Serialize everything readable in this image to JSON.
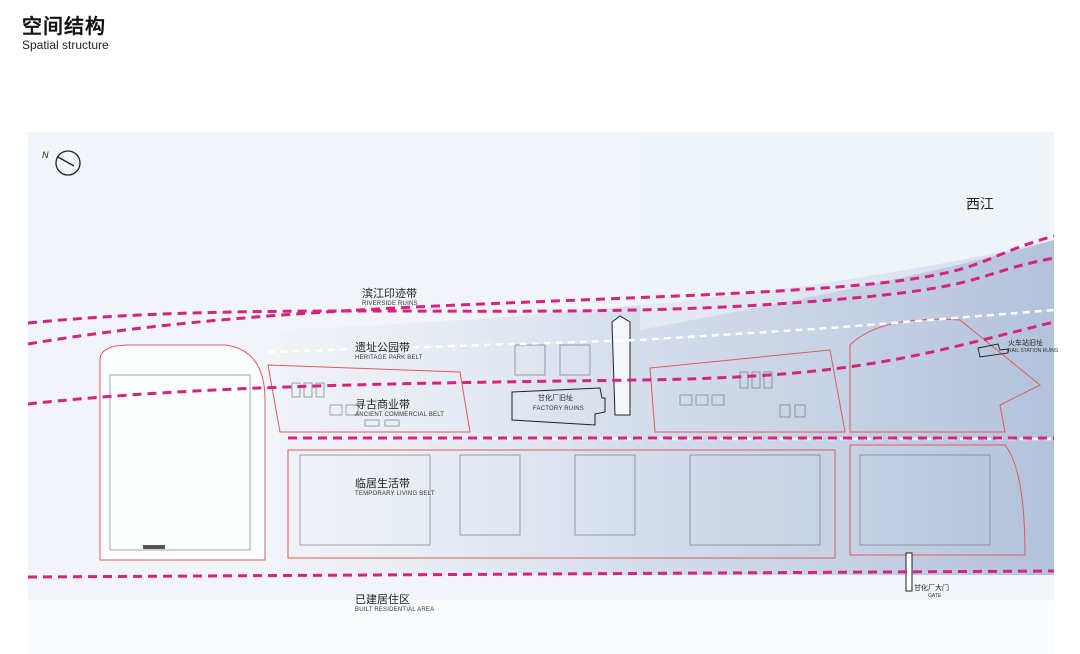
{
  "header": {
    "title_cn": "空间结构",
    "title_en": "Spatial structure"
  },
  "map": {
    "compass_letter": "N",
    "river_label": "西江",
    "belts": [
      {
        "cn": "滨江印迹带",
        "en": "RIVERSIDE RUINS"
      },
      {
        "cn": "遗址公园带",
        "en": "HERITAGE PARK BELT"
      },
      {
        "cn": "寻古商业带",
        "en": "ANCIENT COMMERCIAL BELT"
      },
      {
        "cn": "临居生活带",
        "en": "TEMPORARY LIVING BELT"
      },
      {
        "cn": "已建居住区",
        "en": "BUILT RESIDENTIAL AREA"
      }
    ],
    "factory": {
      "cn": "甘化厂旧址",
      "en": "FACTORY RUINS"
    },
    "station": {
      "cn": "火车站旧址",
      "en": "RAIL STATION RUINS"
    },
    "gate": {
      "cn": "甘化厂大门",
      "en": "GATE"
    },
    "colors": {
      "river": "#c5d1e6",
      "belt_line": "#d6237f",
      "white_line": "#ffffff",
      "plot_outline": "#e05a5a",
      "site_bg": "#eef2f7"
    }
  }
}
